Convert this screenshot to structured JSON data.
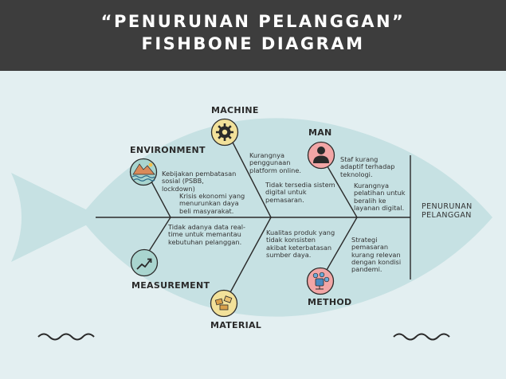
{
  "title": {
    "line1": "“PENURUNAN PELANGGAN”",
    "line2": "FISHBONE DIAGRAM"
  },
  "effect": "PENURUNAN\nPELANGGAN",
  "categories": {
    "machine": "MACHINE",
    "man": "MAN",
    "environment": "ENVIRONMENT",
    "measurement": "MEASUREMENT",
    "material": "MATERIAL",
    "method": "METHOD"
  },
  "causes": {
    "environment_1": "Kebijakan pembatasan\nsosial (PSBB,\nlockdown)",
    "environment_2": "Krisis ekonomi yang\nmenurunkan daya\nbeli masyarakat.",
    "machine_1": "Kurangnya\npenggunaan\nplatform online.",
    "machine_2": "Tidak tersedia sistem\ndigital untuk\npemasaran.",
    "man_1": "Staf kurang\nadaptif terhadap\nteknologi.",
    "man_2": "Kurangnya\npelatihan untuk\nberalih ke\nlayanan digital.",
    "measurement_1": "Tidak adanya data real-\ntime untuk memantau\nkebutuhan pelanggan.",
    "material_1": "Kualitas produk yang\ntidak konsisten\nakibat keterbatasan\nsumber daya.",
    "method_1": "Strategi\npemasaran\nkurang relevan\ndengan kondisi\npandemi."
  },
  "icons": {
    "machine": "gear-icon",
    "man": "person-icon",
    "environment": "landscape-icon",
    "measurement": "trend-up-icon",
    "material": "materials-icon",
    "method": "process-icon"
  },
  "colors": {
    "header": "#3d3d3d",
    "background": "#e3eff1",
    "fish_body": "#c6e1e3",
    "machine": "#f2e19a",
    "man": "#f2a6a6",
    "environment": "#a9d5cf",
    "measurement": "#a9d5cf",
    "material": "#f2e19a",
    "method": "#f2a6a6"
  }
}
